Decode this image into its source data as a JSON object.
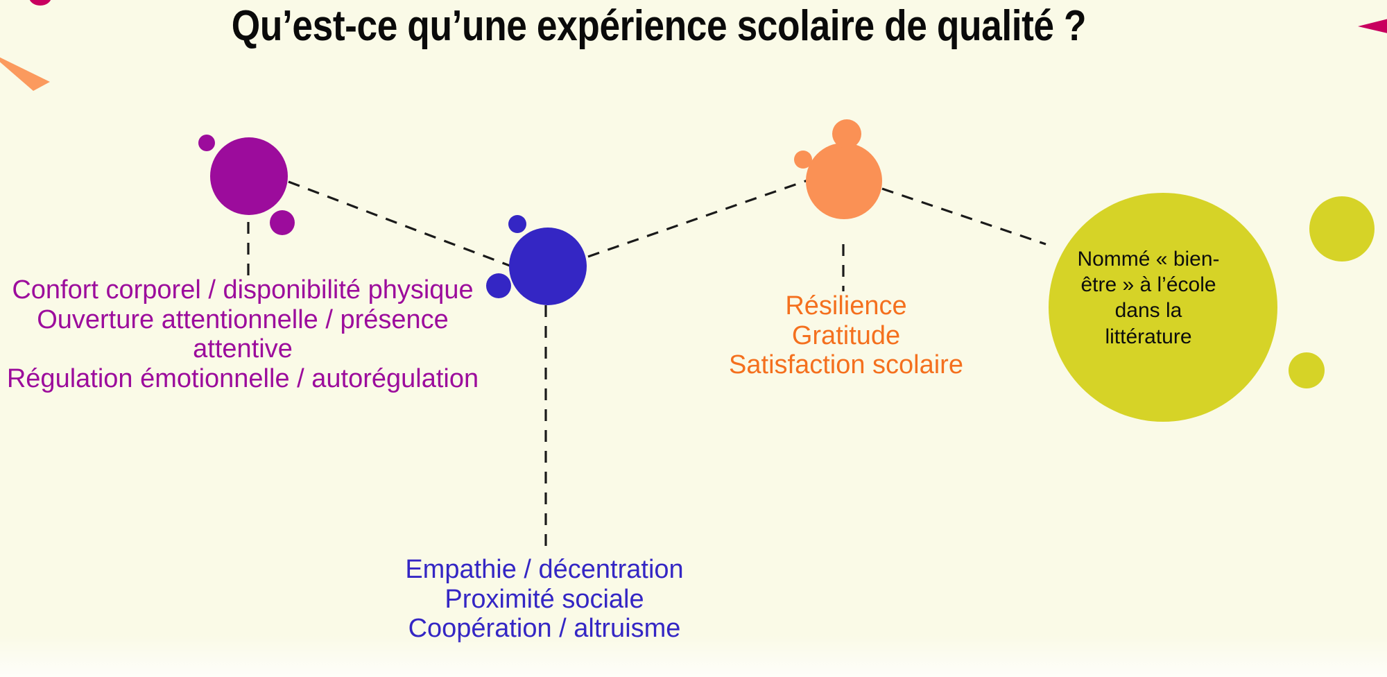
{
  "slide": {
    "title": "Qu’est-ce qu’une expérience scolaire de qualité ?",
    "background_color": "#FAFAE7"
  },
  "palette": {
    "purple": "#9C0C9C",
    "blue": "#3426C4",
    "orange": "#FA9155",
    "orange_text": "#F4701E",
    "yellow": "#D6D327",
    "magenta_deco": "#C8005F",
    "orange_deco": "#FB9A5E",
    "connector": "#1A1A1A",
    "title_text": "#0A0A0A",
    "yellow_bubble_text": "#0D0D0D"
  },
  "nodes": [
    {
      "id": "purple",
      "color": "#9C0C9C",
      "text_color": "#9C0C9C",
      "lines": [
        "Confort corporel / disponibilité physique",
        "Ouverture attentionnelle / présence attentive",
        "Régulation émotionnelle / autorégulation"
      ]
    },
    {
      "id": "blue",
      "color": "#3426C4",
      "text_color": "#3426C4",
      "lines": [
        "Empathie / décentration",
        "Proximité sociale",
        "Coopération / altruisme"
      ]
    },
    {
      "id": "orange",
      "color": "#FA9155",
      "text_color": "#F4701E",
      "lines": [
        "Résilience",
        "Gratitude",
        "Satisfaction scolaire"
      ]
    },
    {
      "id": "yellow",
      "color": "#D6D327",
      "text_color": "#0D0D0D",
      "lines": [
        "Nommé « bien-",
        "être » à l’école",
        "dans la",
        "littérature"
      ]
    }
  ]
}
